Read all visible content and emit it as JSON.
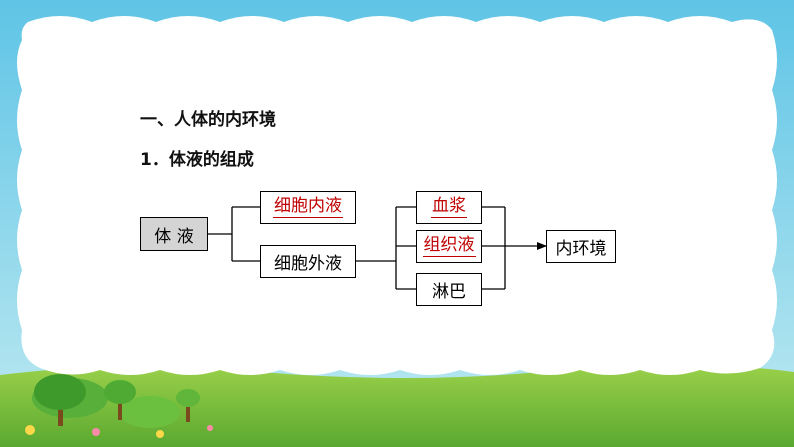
{
  "section_title": "一、人体的内环境",
  "subsection_title": "1．体液的组成",
  "diagram": {
    "root": "体 液",
    "intracellular": "细胞内液",
    "extracellular": "细胞外液",
    "plasma": "血浆",
    "tissue_fluid": "组织液",
    "lymph": "淋巴",
    "internal_environment": "内环境"
  },
  "colors": {
    "answer_red": "#c00000",
    "sky": "#7dd6ea",
    "grass": "#7cc242",
    "panel": "#ffffff"
  }
}
